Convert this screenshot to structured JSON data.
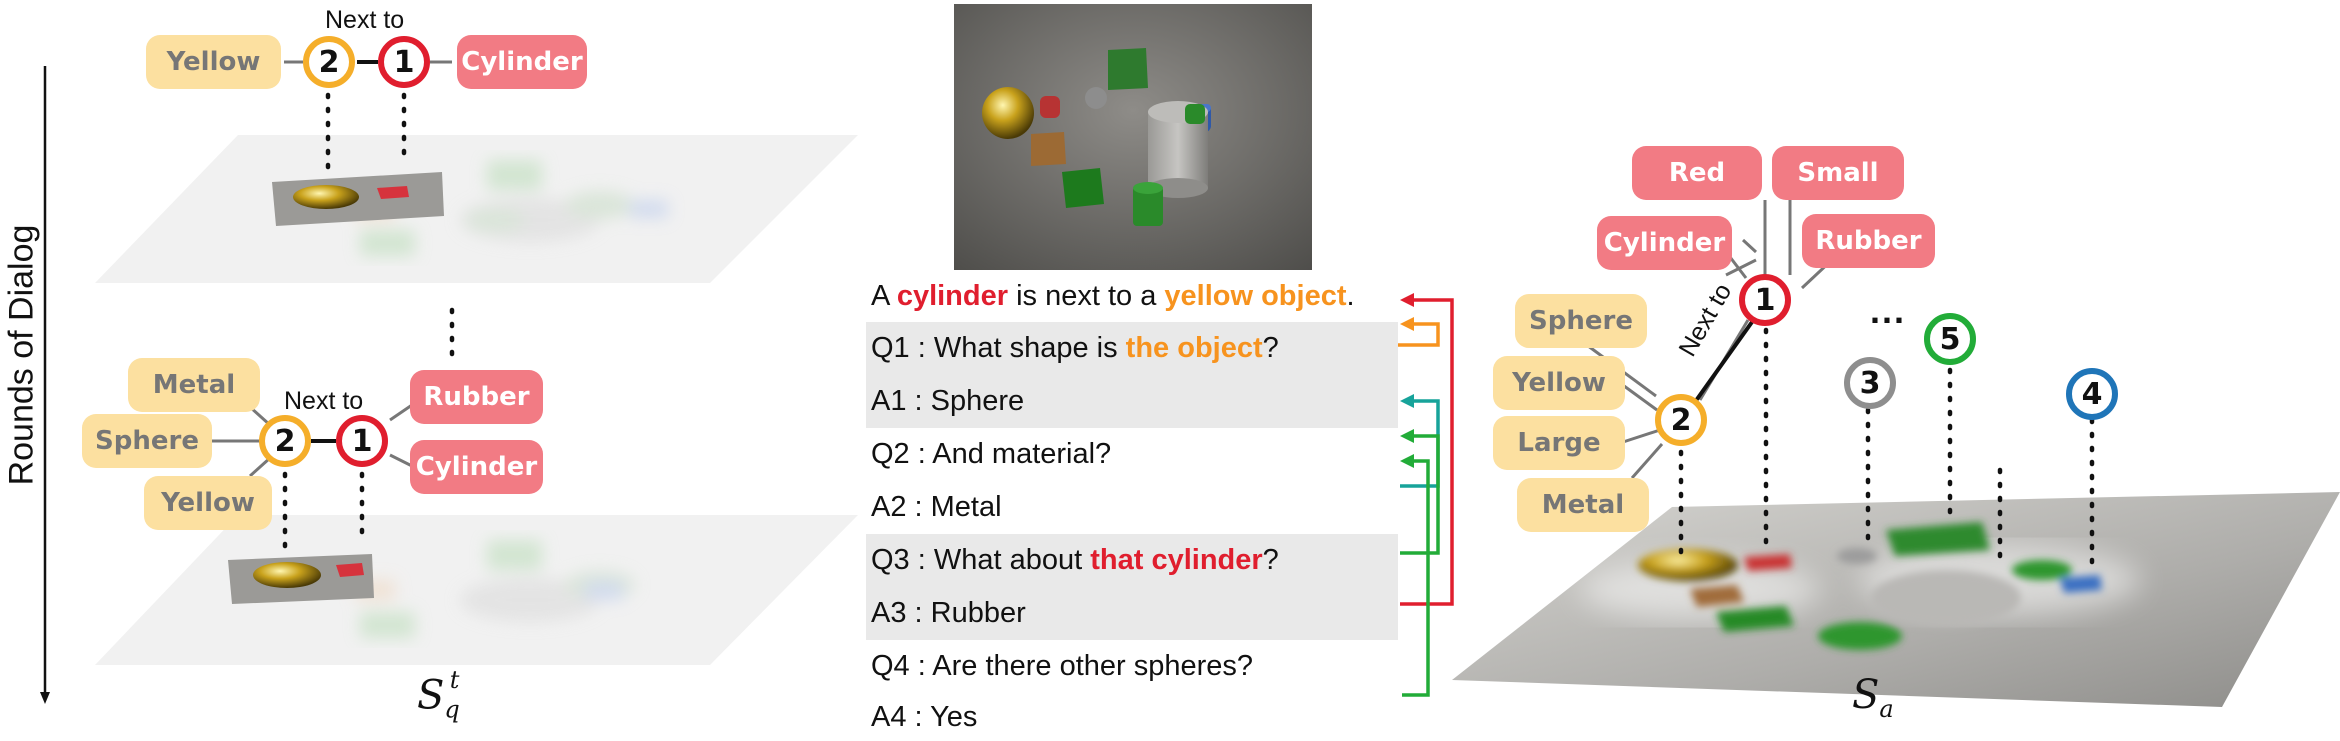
{
  "axis_label": "Rounds of Dialog",
  "graph_top": {
    "node_2": "2",
    "node_1": "1",
    "edge_label": "Next to",
    "attr_left": [
      "Yellow"
    ],
    "attr_right": [
      "Cylinder"
    ]
  },
  "graph_middle": {
    "node_2": "2",
    "node_1": "1",
    "edge_label": "Next to",
    "attr_left": [
      "Metal",
      "Sphere",
      "Yellow"
    ],
    "attr_right": [
      "Rubber",
      "Cylinder"
    ]
  },
  "graph_right": {
    "node_1": "1",
    "node_2": "2",
    "node_3": "3",
    "node_4": "4",
    "node_5": "5",
    "edge_label": "Next to",
    "ellipsis": "...",
    "attr_node_1": [
      "Red",
      "Small",
      "Cylinder",
      "Rubber"
    ],
    "attr_node_2": [
      "Sphere",
      "Yellow",
      "Large",
      "Metal"
    ]
  },
  "caption": {
    "prefix": "A ",
    "target1": "cylinder",
    "mid": " is next to a ",
    "target2": "yellow object",
    "suffix": "."
  },
  "dialog": [
    {
      "id": "Q1",
      "text_before": "Q1 : What shape is ",
      "highlight": "the object",
      "text_after": "?"
    },
    {
      "id": "A1",
      "text": "A1 : Sphere"
    },
    {
      "id": "Q2",
      "text": "Q2 : And material?"
    },
    {
      "id": "A2",
      "text": "A2 : Metal"
    },
    {
      "id": "Q3",
      "text_before": "Q3 : What about ",
      "highlight": "that cylinder",
      "text_after": "?"
    },
    {
      "id": "A3",
      "text": "A3 : Rubber"
    },
    {
      "id": "Q4",
      "text": "Q4 : Are there other spheres?"
    },
    {
      "id": "A4",
      "text": "A4 : Yes"
    }
  ],
  "labels": {
    "sq_base": "S",
    "sq_sub": "q",
    "sq_sup": "t",
    "sa_base": "S",
    "sa_sub": "a"
  },
  "colors": {
    "attr_yellow": "#fce0a0",
    "attr_red": "#f27b84",
    "node_orange": "#f5ae2a",
    "node_red": "#e01e2e",
    "arrow_red": "#e01e2e",
    "arrow_orange": "#f7931e",
    "arrow_teal": "#17a39a",
    "arrow_green": "#22ac38"
  }
}
